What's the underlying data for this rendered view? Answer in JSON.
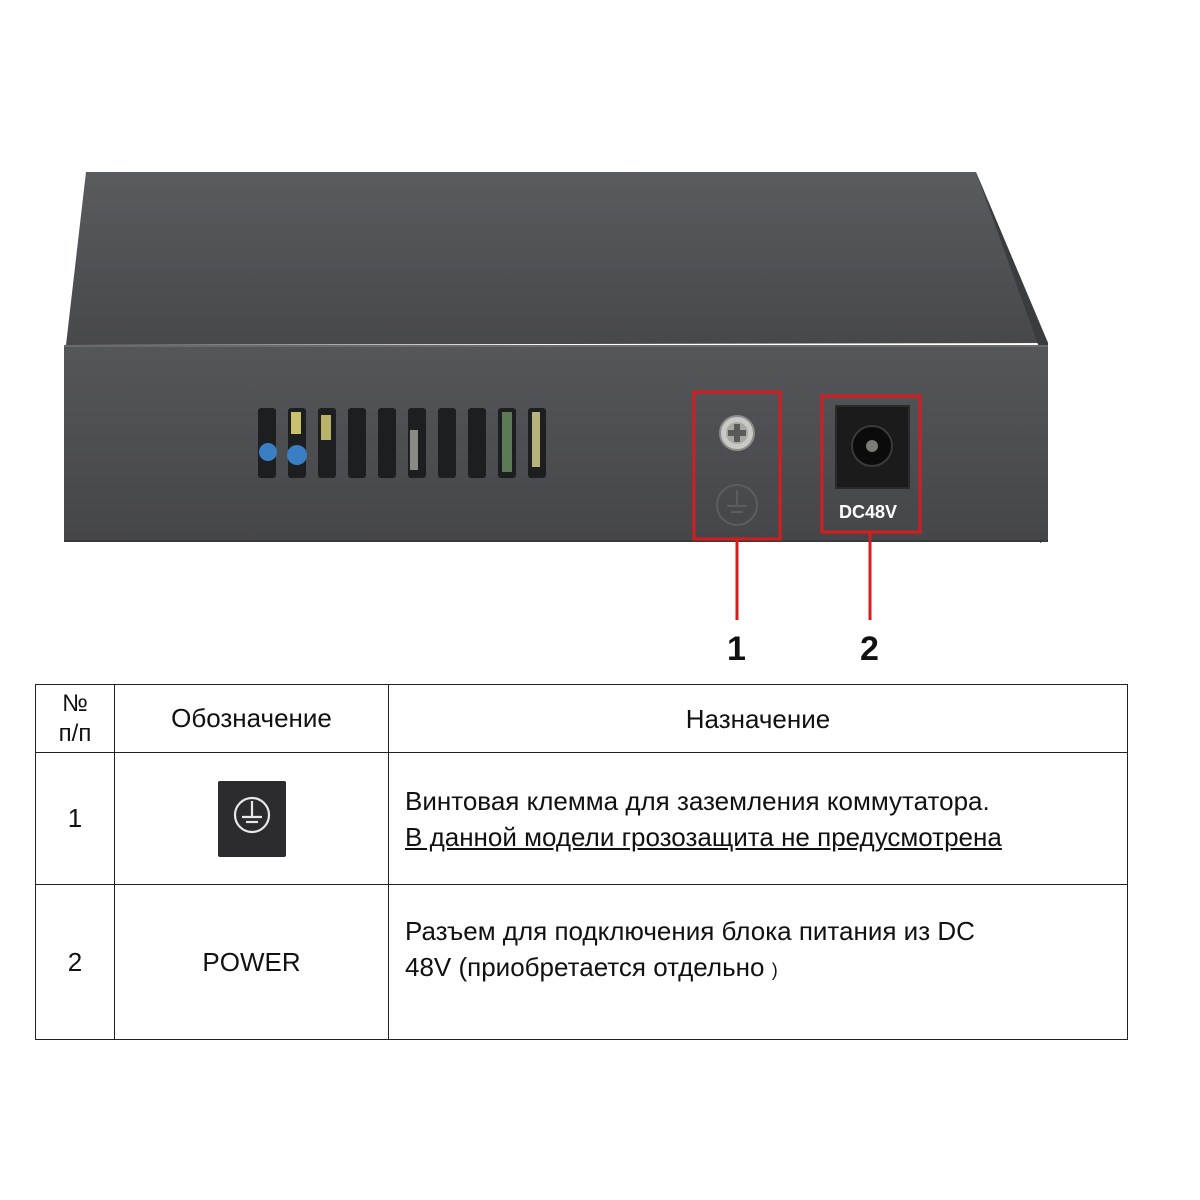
{
  "callouts": {
    "one": "1",
    "two": "2",
    "dc_label": "DC48V"
  },
  "colors": {
    "highlight": "#d81c1c",
    "case": "#4a4b4d",
    "panel": "#505153"
  },
  "table": {
    "headers": {
      "num_line1": "№",
      "num_line2": "п/п",
      "designation": "Обозначение",
      "purpose": "Назначение"
    },
    "rows": [
      {
        "num": "1",
        "designation_icon": "ground-terminal-icon",
        "purpose_line1": "Винтовая клемма для  заземления коммутатора.",
        "purpose_line2": "В данной модели грозозащита не предусмотрена"
      },
      {
        "num": "2",
        "designation": "POWER",
        "purpose_line1": "Разъем для подключения блока питания из DC",
        "purpose_line2": "48V (приобретается отдельно",
        "purpose_paren": ")"
      }
    ]
  }
}
